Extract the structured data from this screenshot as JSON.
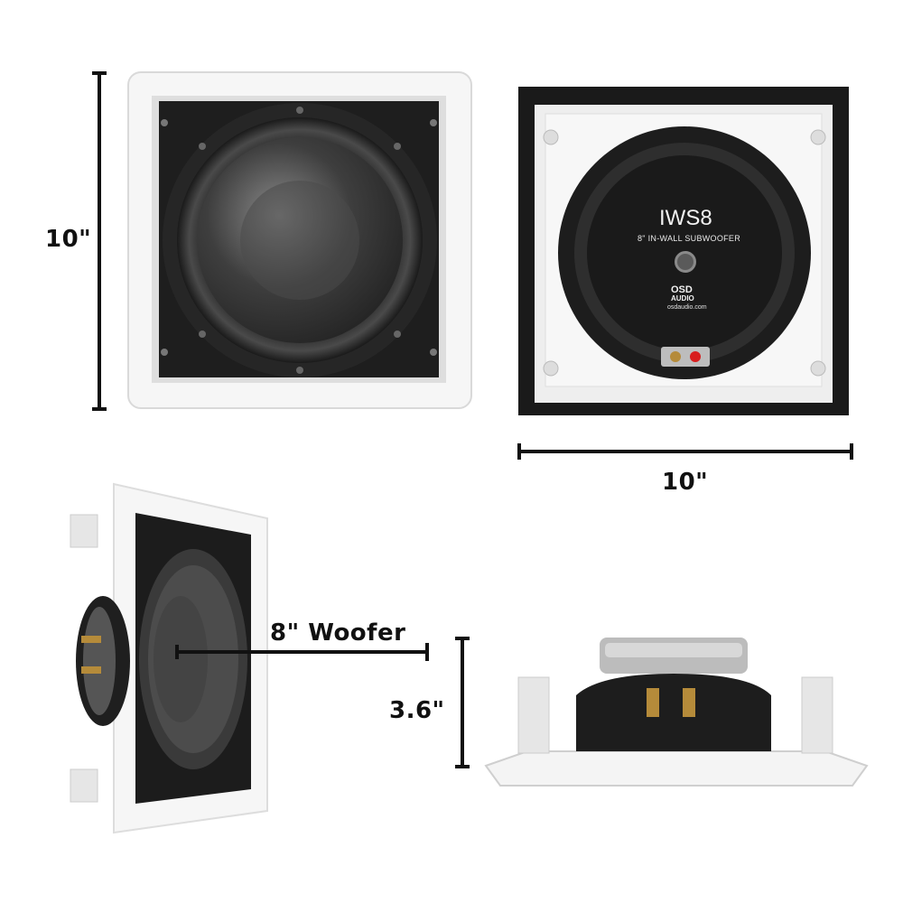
{
  "dimensions": {
    "height": "10\"",
    "width": "10\"",
    "woofer": "8\" Woofer",
    "depth": "3.6\""
  },
  "rear_label": {
    "model": "IWS8",
    "subtitle": "8\" IN-WALL SUBWOOFER",
    "brand_line1": "OSD",
    "brand_line2": "AUDIO",
    "website": "osdaudio.com"
  },
  "colors": {
    "frame": "#f4f4f4",
    "baffle": "#1c1c1c",
    "cone": "#4a4a4a",
    "terminal_red": "#d81e1e",
    "line": "#111111"
  }
}
